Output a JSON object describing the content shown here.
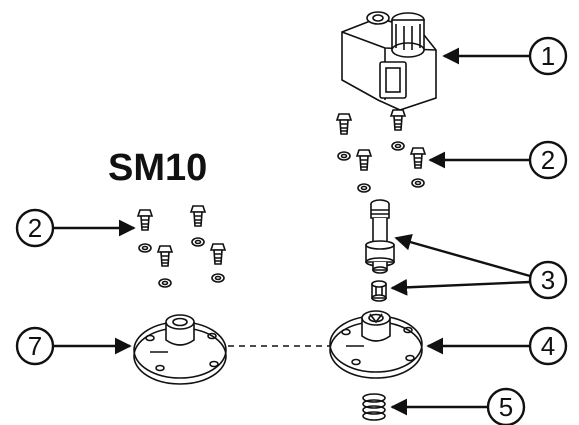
{
  "model_label": "SM10",
  "callouts": [
    "1",
    "2",
    "2",
    "3",
    "4",
    "5",
    "7"
  ]
}
